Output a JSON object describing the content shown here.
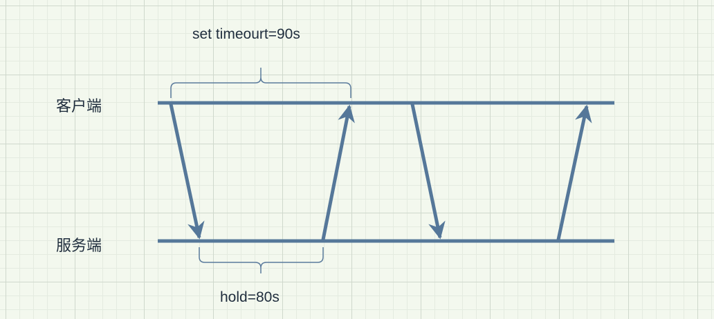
{
  "lanes": {
    "client_label": "客户端",
    "server_label": "服务端"
  },
  "annotations": {
    "timeout_label": "set timeourt=90s",
    "hold_label": "hold=80s"
  },
  "colors": {
    "line": "#557799",
    "bracket": "#5a7a9c",
    "text": "#1f2d3d"
  }
}
